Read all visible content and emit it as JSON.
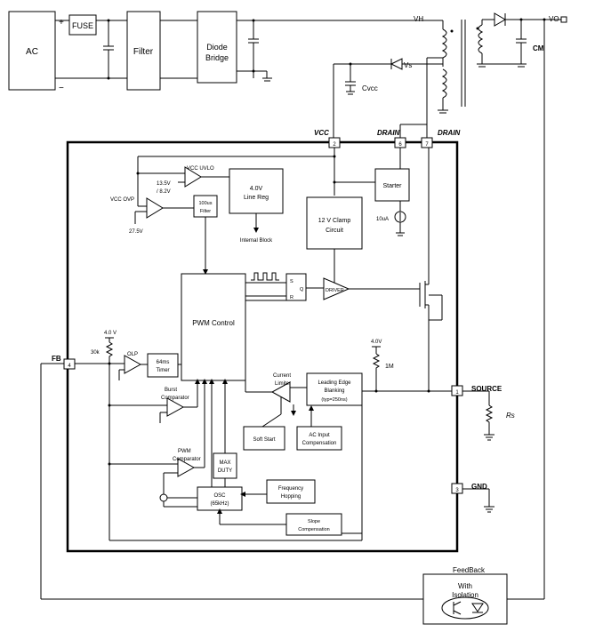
{
  "input": {
    "ac": "AC",
    "plus": "+",
    "minus": "−",
    "fuse": "FUSE",
    "filter": "Filter",
    "bridge_line1": "Diode",
    "bridge_line2": "Bridge"
  },
  "rails": {
    "vh": "VH",
    "vs": "Vs",
    "vo": "VO",
    "cvcc": "Cvcc",
    "cm": "CM"
  },
  "pins": {
    "vcc": {
      "name": "VCC",
      "num": "2"
    },
    "drain6": {
      "name": "DRAIN",
      "num": "6"
    },
    "drain7": {
      "name": "DRAIN",
      "num": "7"
    },
    "fb": {
      "name": "FB",
      "num": "4"
    },
    "source": {
      "name": "SOURCE",
      "num": "1"
    },
    "gnd": {
      "name": "GND",
      "num": "3"
    }
  },
  "blocks": {
    "vcc_uvlo": "VCC UVLO",
    "uvlo_thresholds_1": "13.5V",
    "uvlo_thresholds_2": "/ 8.2V",
    "vcc_ovp": "VCC OVP",
    "ovp_ref": "27.5V",
    "filter_line1": "100us",
    "filter_line2": "Filter",
    "line_reg_1": "4.0V",
    "line_reg_2": "Line Reg",
    "internal_block": "Internal Block",
    "clamp_1": "12 V Clamp",
    "clamp_2": "Circuit",
    "starter": "Starter",
    "current_src": "10uA",
    "pwm_control": "PWM Control",
    "latch_s": "S",
    "latch_r": "R",
    "latch_q": "Q",
    "driver": "DRIVER",
    "fb_ref": "4.0 V",
    "fb_res": "30k",
    "olp": "OLP",
    "timer_1": "64ms",
    "timer_2": "Timer",
    "burst_1": "Burst",
    "burst_2": "Comparator",
    "pwm_comp_1": "PWM",
    "pwm_comp_2": "Comparator",
    "current_limiter_1": "Current",
    "current_limiter_2": "Limiter",
    "leb_1": "Leading Edge",
    "leb_2": "Blanking",
    "leb_3": "(typ=250ns)",
    "soft_start": "Soft Start",
    "ac_comp_1": "AC Input",
    "ac_comp_2": "Compensation",
    "max_duty_1": "MAX",
    "max_duty_2": "DUTY",
    "osc_1": "OSC",
    "osc_2": "(65kHz)",
    "hopping_1": "Frequency",
    "hopping_2": "Hopping",
    "slope_1": "Slope",
    "slope_2": "Compensation",
    "src_ref": "4.0V",
    "src_res": "1M",
    "rs": "Rs"
  },
  "feedback": {
    "title": "FeedBack",
    "line1": "With",
    "line2": "Isolation"
  }
}
